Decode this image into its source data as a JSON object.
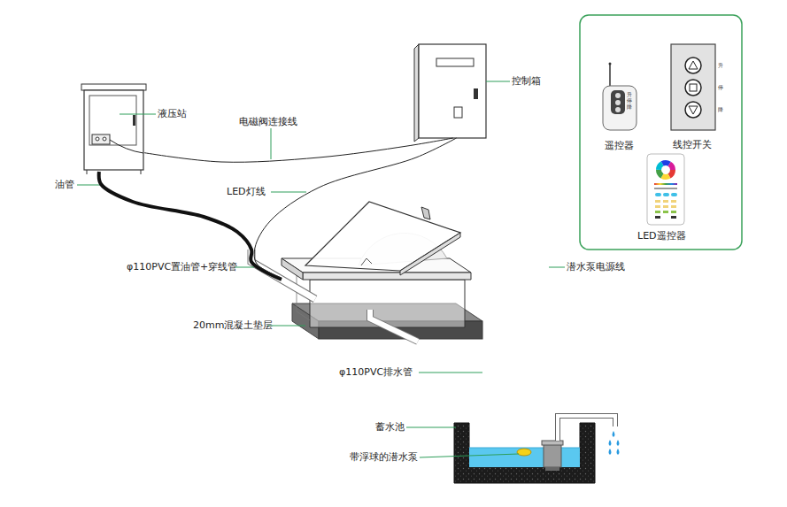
{
  "diagram": {
    "nodes": [
      {
        "text": [
          "液压站"
        ]
      },
      {
        "text": [
          "控制箱"
        ]
      },
      {
        "text": [
          "升",
          "停",
          "降",
          "遥控器"
        ]
      },
      {
        "text": [
          "升",
          "停",
          "降",
          "线控开关"
        ]
      },
      {
        "text": [
          "LED遥控器"
        ]
      },
      {
        "text": [
          "20mm混凝土垫层"
        ]
      },
      {
        "text": [
          "蓄水池"
        ]
      },
      {
        "text": [
          "带浮球的潜水泵"
        ],
        "in": 6
      }
    ],
    "edges": [
      {
        "from": 0,
        "to": 1,
        "label": "电磁阀连接线",
        "arrow": "none"
      },
      {
        "from": 0,
        "to": 5,
        "label": "油管",
        "arrow": "none"
      },
      {
        "from": 1,
        "to": 5,
        "label": "LED灯线",
        "arrow": "none"
      },
      {
        "from": 1,
        "to": 7,
        "label": "潜水泵电源线",
        "arrow": "none"
      },
      {
        "from": 5,
        "to": 6,
        "label": "φ110PVC排水管",
        "arrow": "none"
      }
    ],
    "labels": [
      "φ110PVC置油管+穿线管"
    ]
  }
}
